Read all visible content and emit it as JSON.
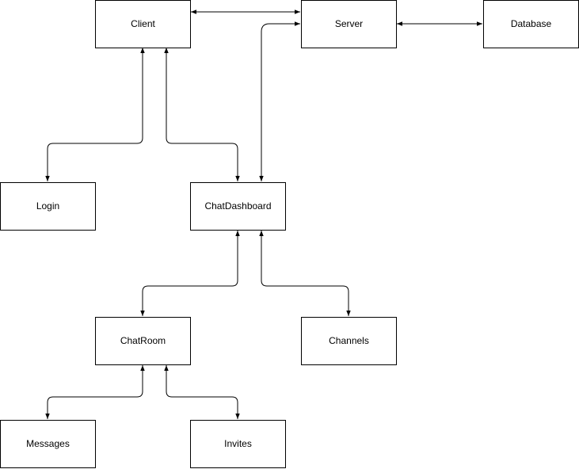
{
  "nodes": {
    "client": "Client",
    "server": "Server",
    "database": "Database",
    "login": "Login",
    "chat_dashboard": "ChatDashboard",
    "chat_room": "ChatRoom",
    "channels": "Channels",
    "messages": "Messages",
    "invites": "Invites"
  },
  "edges": [
    {
      "from": "client",
      "to": "server",
      "arrows": "both"
    },
    {
      "from": "server",
      "to": "database",
      "arrows": "both"
    },
    {
      "from": "client",
      "to": "login",
      "arrows": "both"
    },
    {
      "from": "client",
      "to": "chat_dashboard",
      "arrows": "both"
    },
    {
      "from": "server",
      "to": "chat_dashboard",
      "arrows": "both"
    },
    {
      "from": "chat_dashboard",
      "to": "chat_room",
      "arrows": "both"
    },
    {
      "from": "chat_dashboard",
      "to": "channels",
      "arrows": "both"
    },
    {
      "from": "chat_room",
      "to": "messages",
      "arrows": "both"
    },
    {
      "from": "chat_room",
      "to": "invites",
      "arrows": "both"
    }
  ],
  "colors": {
    "stroke": "#000000",
    "fill": "#ffffff",
    "background": "#ffffff"
  }
}
